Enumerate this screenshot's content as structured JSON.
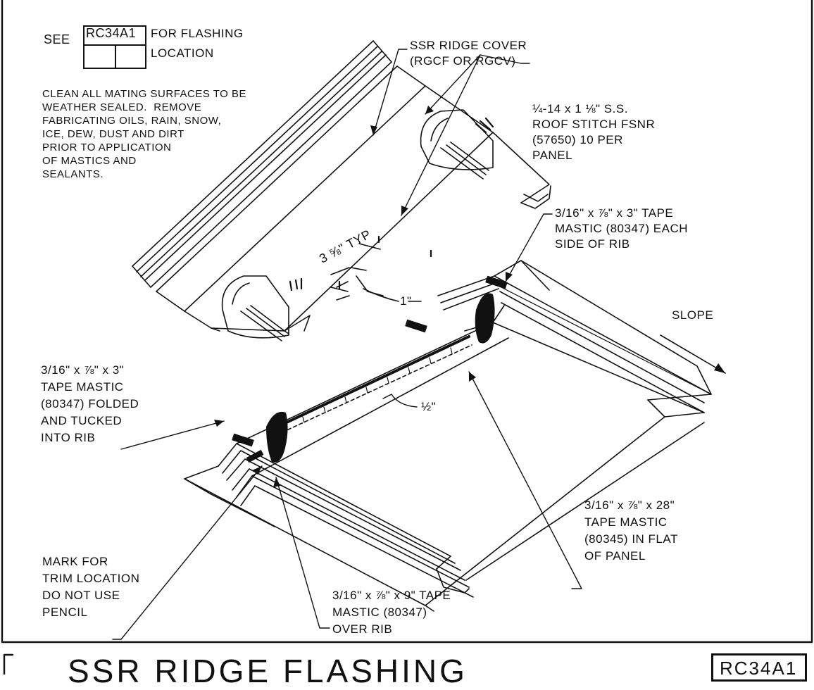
{
  "see_note": {
    "prefix": "SEE",
    "ref_code": "RC34A1",
    "line1": "FOR FLASHING",
    "line2": "LOCATION"
  },
  "clean_note": "CLEAN ALL MATING SURFACES TO BE\nWEATHER SEALED.  REMOVE\nFABRICATING OILS, RAIN, SNOW,\nICE, DEW, DUST AND DIRT\nPRIOR TO APPLICATION\nOF MASTICS AND\nSEALANTS.",
  "callouts": {
    "ridge_cover": "SSR RIDGE COVER\n(RGCF OR RGCV)",
    "stitch_fastener": "¼-14 x 1 ⅛\" S.S.\nROOF STITCH FSNR\n(57650) 10 PER\nPANEL",
    "tape_each_side": "3/16\" x ⅞\" x 3\" TAPE\nMASTIC (80347) EACH\nSIDE OF RIB",
    "slope": "SLOPE",
    "tape_folded": "3/16\" x ⅞\" x 3\"\nTAPE MASTIC\n(80347) FOLDED\nAND TUCKED\nINTO RIB",
    "tape_flat": "3/16\" x ⅞\" x 28\"\nTAPE MASTIC\n(80345) IN FLAT\nOF PANEL",
    "mark_trim": "MARK FOR\nTRIM LOCATION\nDO NOT USE\nPENCIL",
    "tape_over_rib": "3/16\" x ⅞\" x 9\" TAPE\nMASTIC (80347)\nOVER RIB"
  },
  "dimensions": {
    "spacing": "3 ⅝\" TYP",
    "one_inch": "1\"",
    "half_inch": "½\""
  },
  "title": "SSR RIDGE FLASHING",
  "drawing_code": "RC34A1"
}
